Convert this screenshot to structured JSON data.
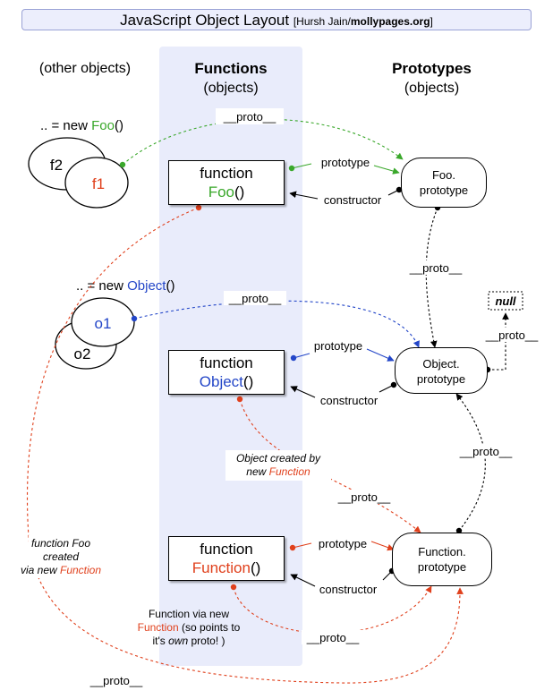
{
  "title": {
    "main": "JavaScript Object Layout",
    "credit_prefix": "[Hursh Jain/",
    "credit_site": "mollypages.org",
    "credit_suffix": "]"
  },
  "columns": {
    "other": "(other objects)",
    "functions_title": "Functions",
    "functions_sub": "(objects)",
    "prototypes_title": "Prototypes",
    "prototypes_sub": "(objects)"
  },
  "new_foo": {
    "prefix": ".. = new ",
    "name": "Foo",
    "suffix": "()"
  },
  "new_object": {
    "prefix": ".. = new ",
    "name": "Object",
    "suffix": "()"
  },
  "instances": {
    "f2": "f2",
    "f1": "f1",
    "o1": "o1",
    "o2": "o2"
  },
  "functions": [
    {
      "keyword": "function",
      "name": "Foo",
      "suffix": "()"
    },
    {
      "keyword": "function",
      "name": "Object",
      "suffix": "()"
    },
    {
      "keyword": "function",
      "name": "Function",
      "suffix": "()"
    }
  ],
  "prototypes": [
    {
      "line1": "Foo.",
      "line2": "prototype"
    },
    {
      "line1": "Object.",
      "line2": "prototype"
    },
    {
      "line1": "Function.",
      "line2": "prototype"
    }
  ],
  "null_label": "null",
  "link_labels": {
    "proto": "__proto__",
    "prototype": "prototype",
    "constructor": "constructor"
  },
  "notes": {
    "object_created_line1": "Object created by",
    "object_created_line2_prefix": "new ",
    "object_created_line2_name": "Function",
    "foo_created_line1": "function Foo",
    "foo_created_line2": "created",
    "foo_created_line3_prefix": "via new ",
    "foo_created_line3_name": "Function",
    "fn_note_line1": "Function via new",
    "fn_note_line2_name": "Function",
    "fn_note_line2_suffix": " (so points to",
    "fn_note_line3_prefix": "it's ",
    "fn_note_line3_em": "own",
    "fn_note_line3_suffix": " proto! )"
  },
  "colors": {
    "green": "#3aa82b",
    "blue": "#2346c8",
    "red": "#e0401c",
    "column_bg": "#e9ecfb",
    "title_bg": "#eceefc"
  }
}
